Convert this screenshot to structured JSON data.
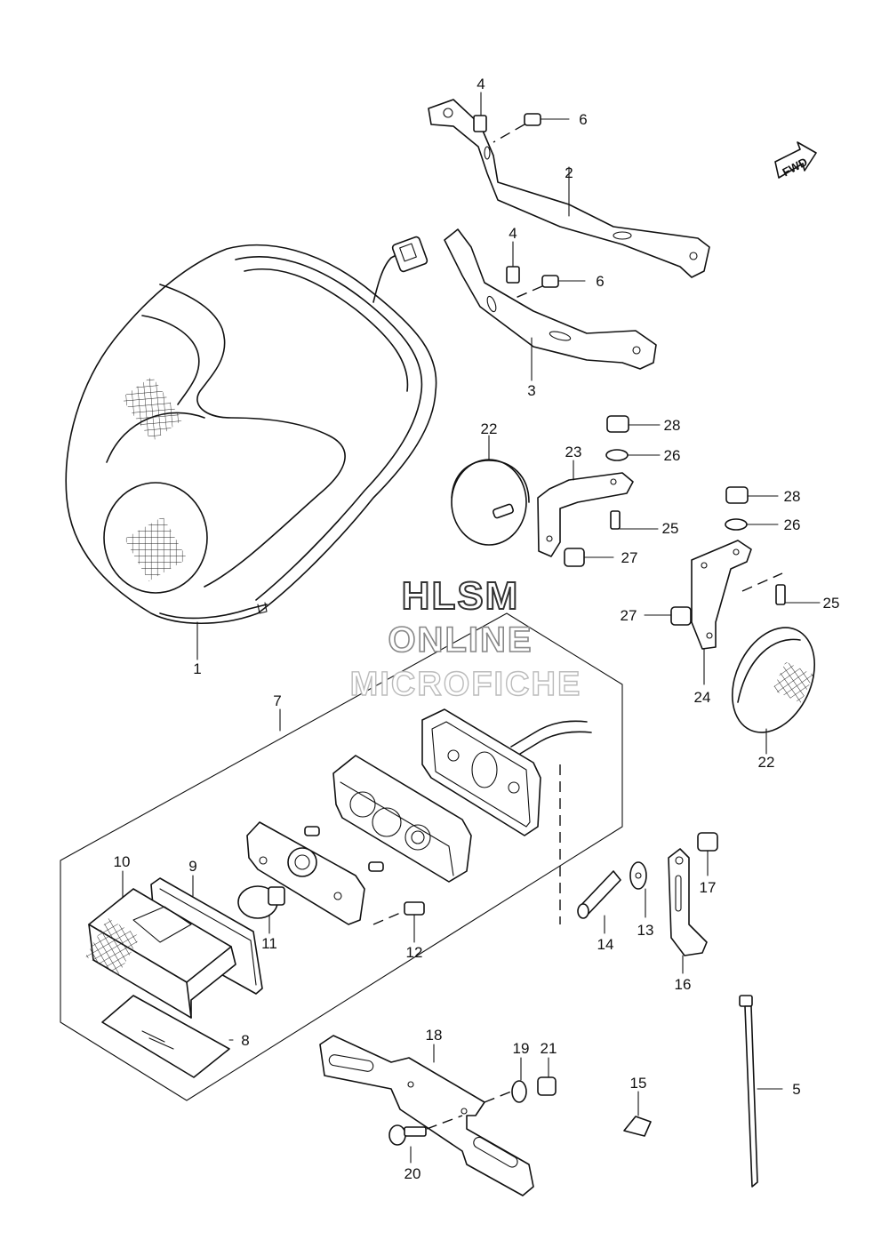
{
  "watermark": {
    "line1": "HLSM",
    "line2": "ONLINE",
    "line3": "MICROFICHE"
  },
  "fwd_label": "FWD",
  "parts": [
    {
      "key": "p1",
      "number": "1"
    },
    {
      "key": "p2",
      "number": "2"
    },
    {
      "key": "p3",
      "number": "3"
    },
    {
      "key": "p4a",
      "number": "4"
    },
    {
      "key": "p4b",
      "number": "4"
    },
    {
      "key": "p5",
      "number": "5"
    },
    {
      "key": "p6a",
      "number": "6"
    },
    {
      "key": "p6b",
      "number": "6"
    },
    {
      "key": "p7",
      "number": "7"
    },
    {
      "key": "p8",
      "number": "8"
    },
    {
      "key": "p9",
      "number": "9"
    },
    {
      "key": "p10",
      "number": "10"
    },
    {
      "key": "p11",
      "number": "11"
    },
    {
      "key": "p12",
      "number": "12"
    },
    {
      "key": "p13",
      "number": "13"
    },
    {
      "key": "p14",
      "number": "14"
    },
    {
      "key": "p15",
      "number": "15"
    },
    {
      "key": "p16",
      "number": "16"
    },
    {
      "key": "p17",
      "number": "17"
    },
    {
      "key": "p18",
      "number": "18"
    },
    {
      "key": "p19",
      "number": "19"
    },
    {
      "key": "p20",
      "number": "20"
    },
    {
      "key": "p21",
      "number": "21"
    },
    {
      "key": "p22a",
      "number": "22"
    },
    {
      "key": "p22b",
      "number": "22"
    },
    {
      "key": "p23",
      "number": "23"
    },
    {
      "key": "p24",
      "number": "24"
    },
    {
      "key": "p25a",
      "number": "25"
    },
    {
      "key": "p25b",
      "number": "25"
    },
    {
      "key": "p26a",
      "number": "26"
    },
    {
      "key": "p26b",
      "number": "26"
    },
    {
      "key": "p27a",
      "number": "27"
    },
    {
      "key": "p27b",
      "number": "27"
    },
    {
      "key": "p28a",
      "number": "28"
    },
    {
      "key": "p28b",
      "number": "28"
    }
  ]
}
